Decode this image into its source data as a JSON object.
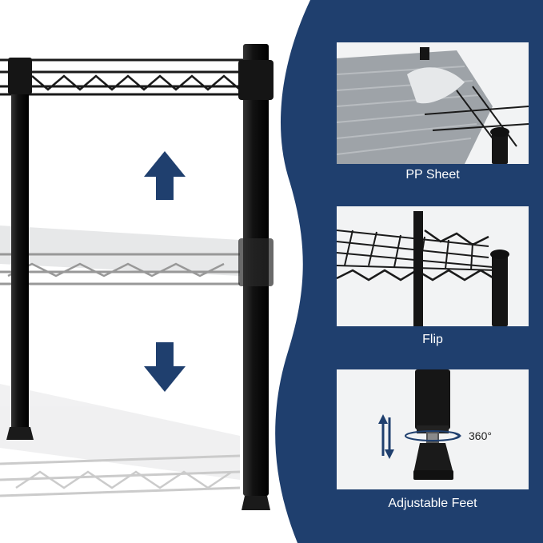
{
  "captions": {
    "pp_sheet": "PP Sheet",
    "flip": "Flip",
    "adjustable_feet": "Adjustable Feet"
  },
  "rotation_label": "360°",
  "colors": {
    "navy": "#1f3f6e",
    "frame": "#1a1a1a",
    "panel_bg": "#f2f3f4"
  },
  "icons": [
    "arrow-up-icon",
    "arrow-down-icon",
    "height-adjust-icon",
    "rotate-icon"
  ]
}
